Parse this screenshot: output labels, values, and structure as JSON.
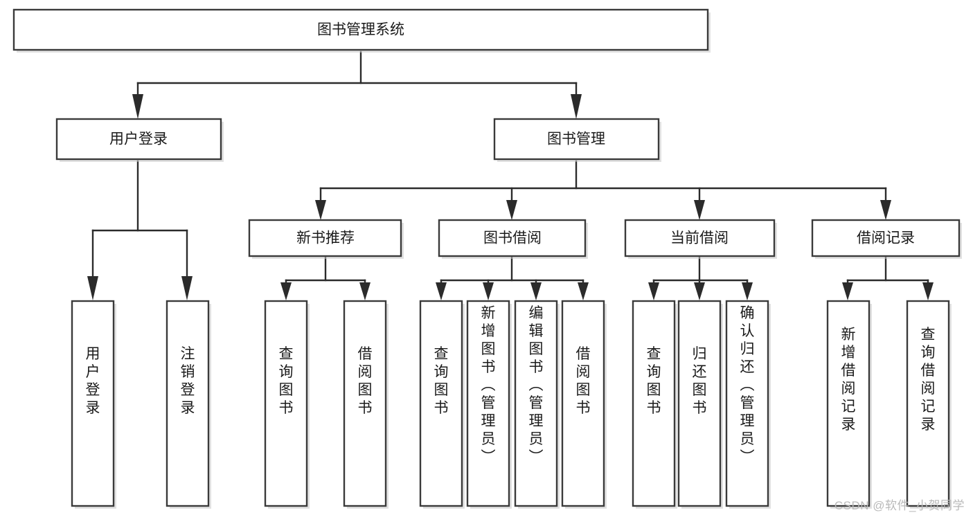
{
  "diagram": {
    "type": "tree-hierarchy",
    "title": "图书管理系统",
    "orientation": "top-down",
    "colors": {
      "box_stroke": "#3a3a3a",
      "box_fill": "#ffffff",
      "line": "#2b2b2b",
      "text": "#1a1a1a",
      "watermark": "#b9b9b9",
      "background": "#ffffff"
    },
    "levels": {
      "root": {
        "label": "图书管理系统"
      },
      "level2": [
        {
          "id": "user-login",
          "label": "用户登录"
        },
        {
          "id": "book-manage",
          "label": "图书管理"
        }
      ],
      "level3": [
        {
          "id": "new-book-recommend",
          "label": "新书推荐",
          "parent": "book-manage"
        },
        {
          "id": "book-borrow",
          "label": "图书借阅",
          "parent": "book-manage"
        },
        {
          "id": "current-borrow",
          "label": "当前借阅",
          "parent": "book-manage"
        },
        {
          "id": "borrow-record",
          "label": "借阅记录",
          "parent": "book-manage"
        }
      ],
      "leaves": {
        "user-login": [
          {
            "id": "leaf-user-login",
            "label": "用户登录"
          },
          {
            "id": "leaf-user-logout",
            "label": "注销登录"
          }
        ],
        "new-book-recommend": [
          {
            "id": "leaf-query-book-1",
            "label": "查询图书"
          },
          {
            "id": "leaf-borrow-book-1",
            "label": "借阅图书"
          }
        ],
        "book-borrow": [
          {
            "id": "leaf-query-book-2",
            "label": "查询图书"
          },
          {
            "id": "leaf-add-book",
            "label": "新增图书（管理员）"
          },
          {
            "id": "leaf-edit-book",
            "label": "编辑图书（管理员）"
          },
          {
            "id": "leaf-borrow-book-2",
            "label": "借阅图书"
          }
        ],
        "current-borrow": [
          {
            "id": "leaf-query-book-3",
            "label": "查询图书"
          },
          {
            "id": "leaf-return-book",
            "label": "归还图书"
          },
          {
            "id": "leaf-confirm-return",
            "label": "确认归还（管理员）"
          }
        ],
        "borrow-record": [
          {
            "id": "leaf-add-record",
            "label": "新增借阅记录"
          },
          {
            "id": "leaf-query-record",
            "label": "查询借阅记录"
          }
        ]
      }
    },
    "watermark": "CSDN @软件_小贺同学"
  }
}
